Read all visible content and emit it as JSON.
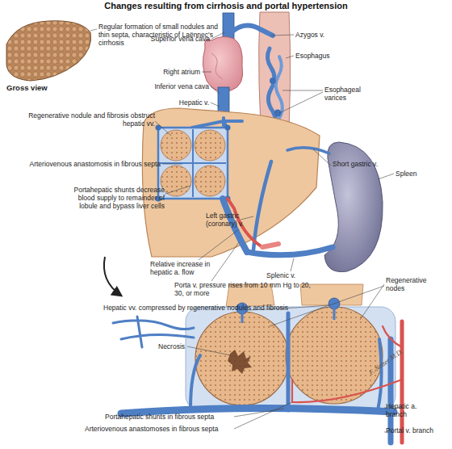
{
  "diagram": {
    "title": "Changes resulting from cirrhosis and portal hypertension",
    "labels": [
      "Gross view",
      "Regular formation of small nodules and thin septa, characteristic of Laënnec's cirrhosis",
      "Superior vena cava",
      "Azygos v.",
      "Esophagus",
      "Right atrium",
      "Inferior vena cava",
      "Esophageal varices",
      "Hepatic v.",
      "Regenerative nodule and fibrosis obstruct hepatic vv.",
      "Short gastric v.",
      "Spleen",
      "Arteriovenous anastomosis in fibrous septa",
      "Portahepatic shunts decrease blood supply to remainder of lobule and bypass liver cells",
      "Left gastric (coronary) v.",
      "Relative increase in hepatic a. flow",
      "Splenic v.",
      "Porta v. pressure rises from 10 mm Hg to 20, 30, or more",
      "Hepatic vv. compressed by regenerative nodules and fibrosis",
      "Regenerative nodes",
      "Necrosis",
      "Portahepatic shunts in fibrous septa",
      "Arteriovenous anastomoses in fibrous septa",
      "Hepatic a. branch",
      "Portal v. branch",
      "F. Netter M.D."
    ]
  }
}
